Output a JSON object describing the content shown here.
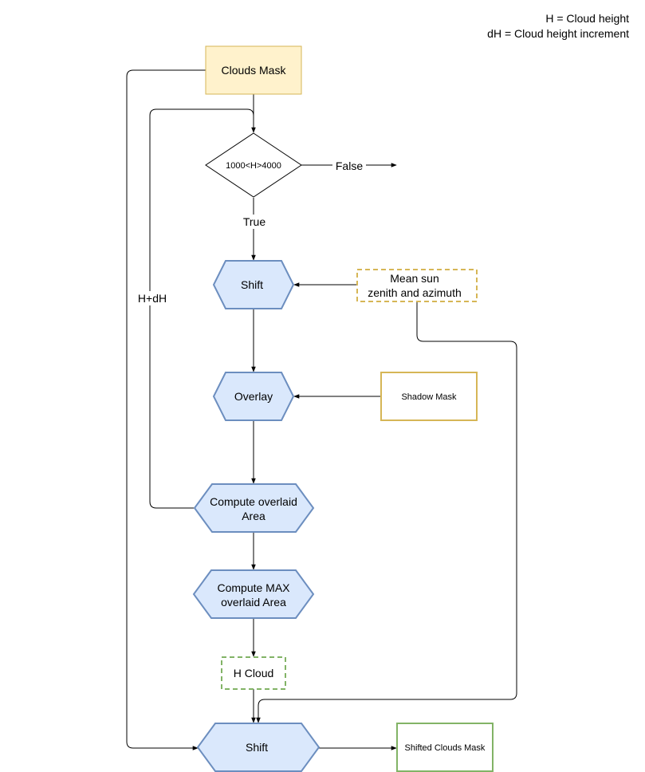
{
  "legend": {
    "line1": "H = Cloud height",
    "line2": "dH = Cloud height increment"
  },
  "nodes": {
    "clouds_mask": "Clouds Mask",
    "condition": "1000<H>4000",
    "shift_1": "Shift",
    "sun_line1": "Mean sun",
    "sun_line2": "zenith and azimuth",
    "overlay": "Overlay",
    "shadow_mask": "Shadow Mask",
    "compute_line1": "Compute overlaid",
    "compute_line2": "Area",
    "max_line1": "Compute MAX",
    "max_line2": "overlaid Area",
    "h_cloud": "H Cloud",
    "shift_2": "Shift",
    "shifted_clouds_mask": "Shifted Clouds Mask"
  },
  "edge_labels": {
    "false": "False",
    "true": "True",
    "loop": "H+dH"
  },
  "colors": {
    "process_fill": "#dae8fc",
    "process_stroke": "#6c8ebf",
    "input_fill": "#fff2cc",
    "input_stroke": "#d6b656",
    "output_stroke": "#82b366",
    "edge": "#000000"
  }
}
